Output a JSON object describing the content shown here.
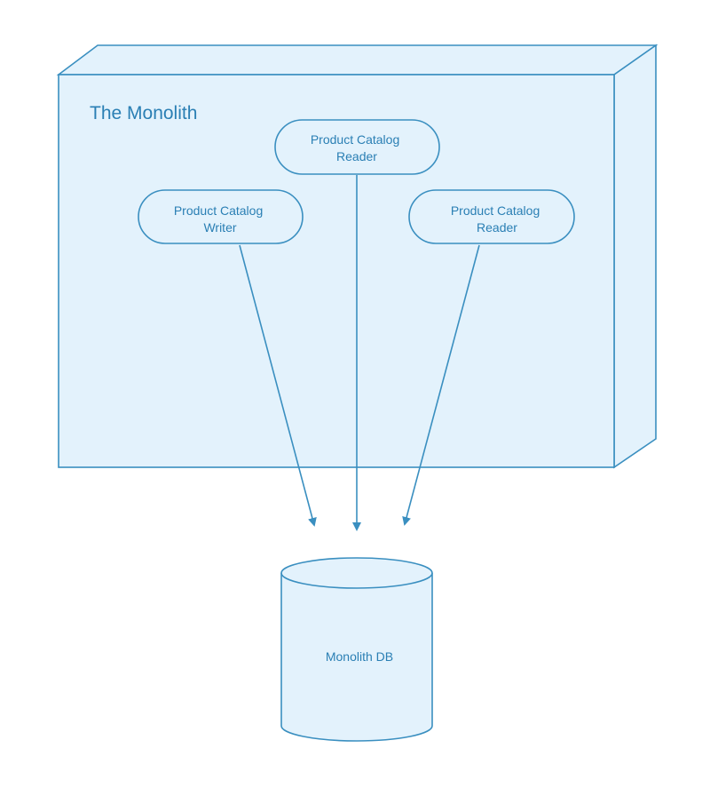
{
  "diagram": {
    "container": {
      "title": "The Monolith"
    },
    "nodes": [
      {
        "id": "reader-top",
        "line1": "Product Catalog",
        "line2": "Reader"
      },
      {
        "id": "writer",
        "line1": "Product Catalog",
        "line2": "Writer"
      },
      {
        "id": "reader-right",
        "line1": "Product Catalog",
        "line2": "Reader"
      }
    ],
    "database": {
      "label": "Monolith DB"
    },
    "edges": [
      {
        "from": "writer",
        "to": "Monolith DB"
      },
      {
        "from": "reader-top",
        "to": "Monolith DB"
      },
      {
        "from": "reader-right",
        "to": "Monolith DB"
      }
    ],
    "colors": {
      "stroke": "#3a8fc0",
      "fill": "#e3f2fc",
      "text": "#2a7fb4"
    }
  }
}
